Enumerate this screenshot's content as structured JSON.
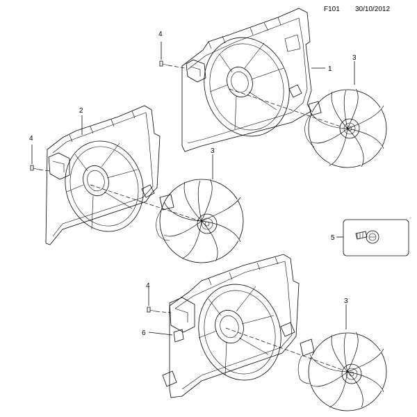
{
  "header": {
    "doc_code": "F101",
    "date": "30/10/2012"
  },
  "callouts": {
    "c1": "1",
    "c2": "2",
    "c3a": "3",
    "c3b": "3",
    "c3c": "3",
    "c4a": "4",
    "c4b": "4",
    "c4c": "4",
    "c5": "5",
    "c6": "6"
  }
}
